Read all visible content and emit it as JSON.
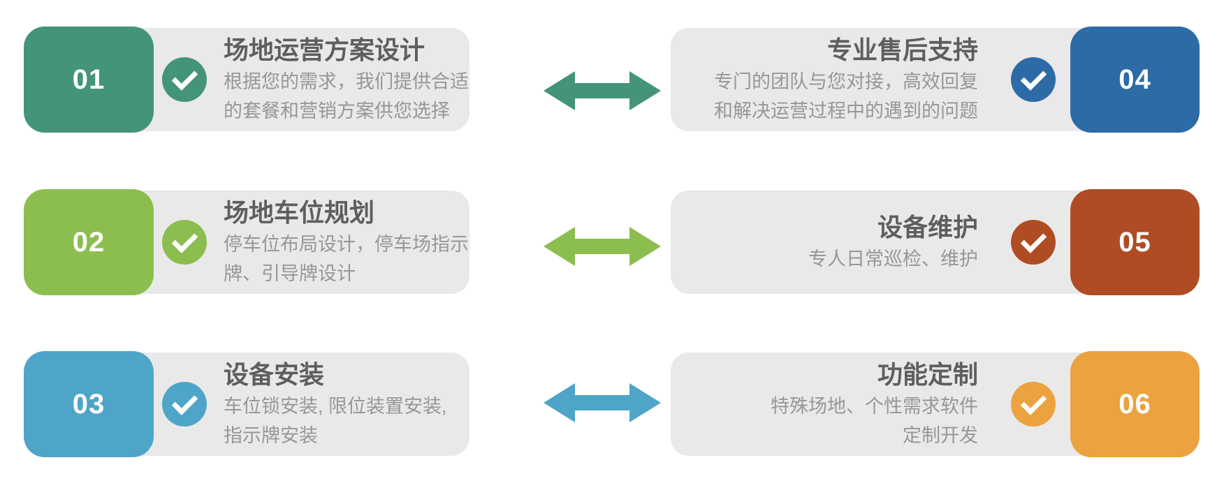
{
  "diagram_title": "",
  "colors": {
    "card_bg": "#e9e9e9",
    "title_text": "#5e5e5e",
    "desc_text": "#979797",
    "step1": "#449478",
    "step2": "#8CBE4F",
    "step3": "#4FA5C8",
    "step4": "#2C6BA5",
    "step5": "#B04C24",
    "step6": "#ECA23E"
  },
  "steps": [
    {
      "number": "01",
      "title": "场地运营方案设计",
      "desc": "根据您的需求，我们提供合适\n的套餐和营销方案供您选择",
      "color": "#449478",
      "side": "left"
    },
    {
      "number": "02",
      "title": "场地车位规划",
      "desc": "停车位布局设计，停车场指示\n牌、引导牌设计",
      "color": "#8CBE4F",
      "side": "left"
    },
    {
      "number": "03",
      "title": "设备安装",
      "desc": "车位锁安装, 限位装置安装,\n指示牌安装",
      "color": "#4FA5C8",
      "side": "left"
    },
    {
      "number": "04",
      "title": "专业售后支持",
      "desc": "专门的团队与您对接，高效回复\n和解决运营过程中的遇到的问题",
      "color": "#2C6BA5",
      "side": "right"
    },
    {
      "number": "05",
      "title": "设备维护",
      "desc": "专人日常巡检、维护",
      "color": "#B04C24",
      "side": "right"
    },
    {
      "number": "06",
      "title": "功能定制",
      "desc": "特殊场地、个性需求软件\n定制开发",
      "color": "#ECA23E",
      "side": "right"
    }
  ],
  "arrows": [
    {
      "between": "01-04",
      "color": "#449478"
    },
    {
      "between": "02-05",
      "color": "#8CBE4F"
    },
    {
      "between": "03-06",
      "color": "#4FA5C8"
    }
  ]
}
